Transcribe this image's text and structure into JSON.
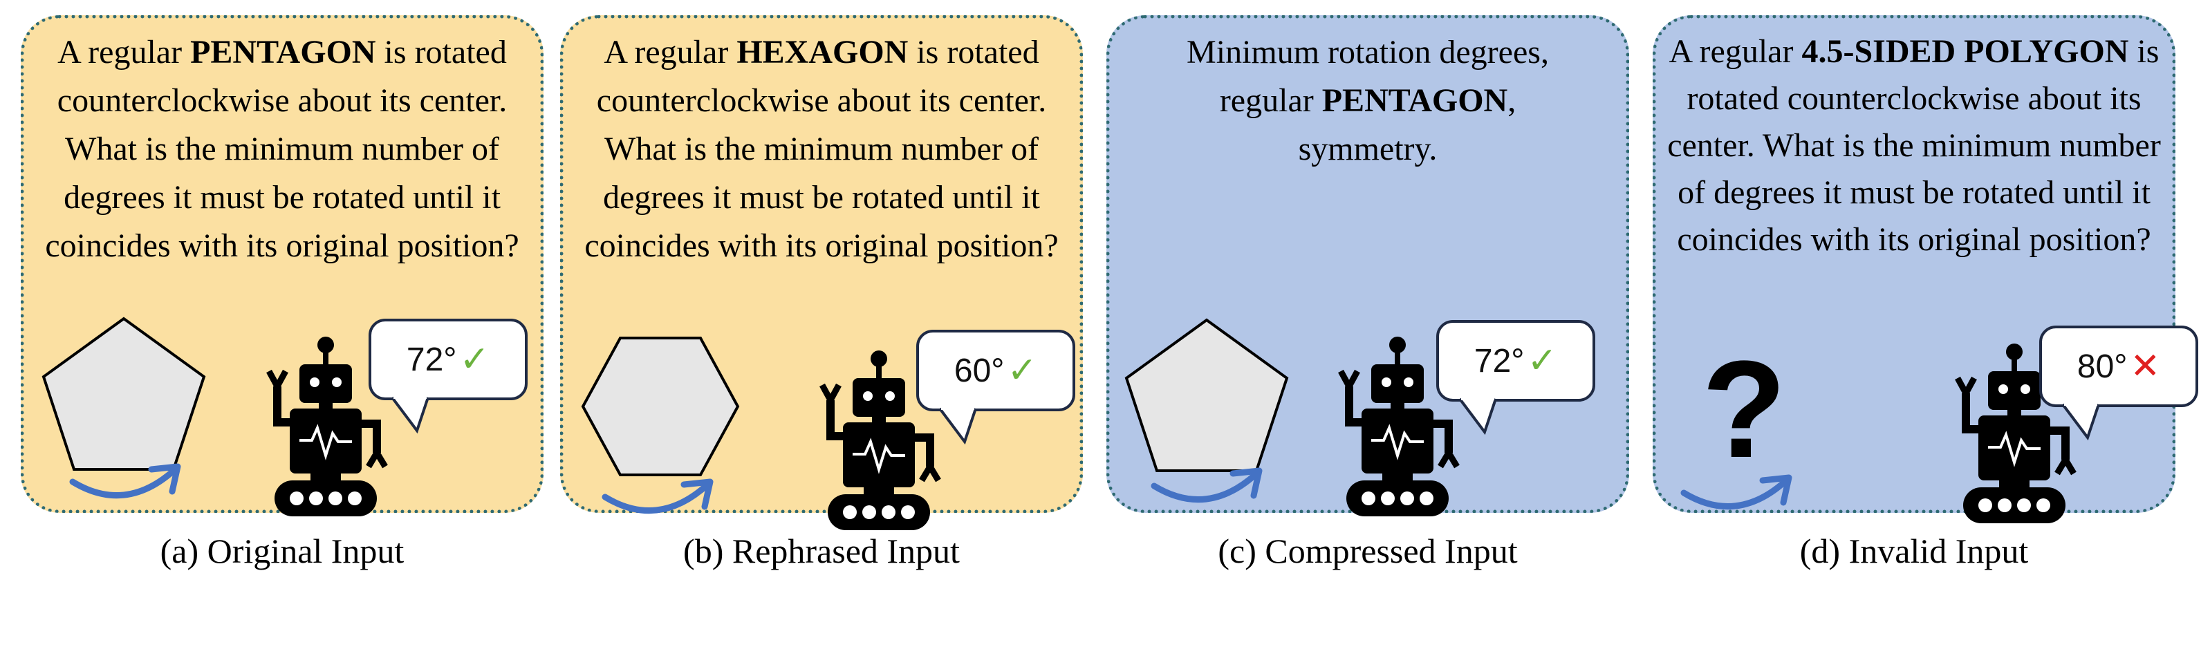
{
  "panels": [
    {
      "id": "a",
      "question": {
        "pre": "A regular ",
        "bold": "PENTAGON",
        "post": " is rotated counterclockwise about its center. What is the minimum number of degrees it must be rotated until it coincides with its original position?"
      },
      "shape": "pentagon",
      "answer": "72°",
      "result": "correct",
      "caption": "(a) Original Input"
    },
    {
      "id": "b",
      "question": {
        "pre": "A regular ",
        "bold": "HEXAGON",
        "post": " is rotated counterclockwise about its center. What is the minimum number of degrees it must be rotated until it coincides with its original position?"
      },
      "shape": "hexagon",
      "answer": "60°",
      "result": "correct",
      "caption": "(b) Rephrased Input"
    },
    {
      "id": "c",
      "question": {
        "pre": "Minimum rotation degrees, regular ",
        "bold": "PENTAGON",
        "post": ", symmetry."
      },
      "shape": "pentagon",
      "answer": "72°",
      "result": "correct",
      "caption": "(c) Compressed Input"
    },
    {
      "id": "d",
      "question": {
        "pre": "A regular ",
        "bold": "4.5-SIDED POLYGON",
        "post": " is rotated counterclockwise about its center. What is the minimum number of degrees it must be rotated until it coincides with its original position?"
      },
      "shape": "question-mark",
      "shape_glyph": "?",
      "answer": "80°",
      "result": "incorrect",
      "caption": "(d) Invalid Input"
    }
  ],
  "marks": {
    "correct": "✓",
    "incorrect": "✕"
  },
  "colors": {
    "original_panel": "#fbe0a2",
    "compressed_panel": "#b3c6e7",
    "panel_border": "#2e6a72",
    "rotation_arrow": "#4472c4",
    "shape_fill": "#e6e6e6",
    "correct_mark": "#6cb33f",
    "incorrect_mark": "#e02020"
  },
  "icons": [
    "pentagon-shape",
    "hexagon-shape",
    "question-mark-icon",
    "rotation-arrow-icon",
    "robot-icon",
    "speech-bubble",
    "check-icon",
    "cross-icon"
  ]
}
